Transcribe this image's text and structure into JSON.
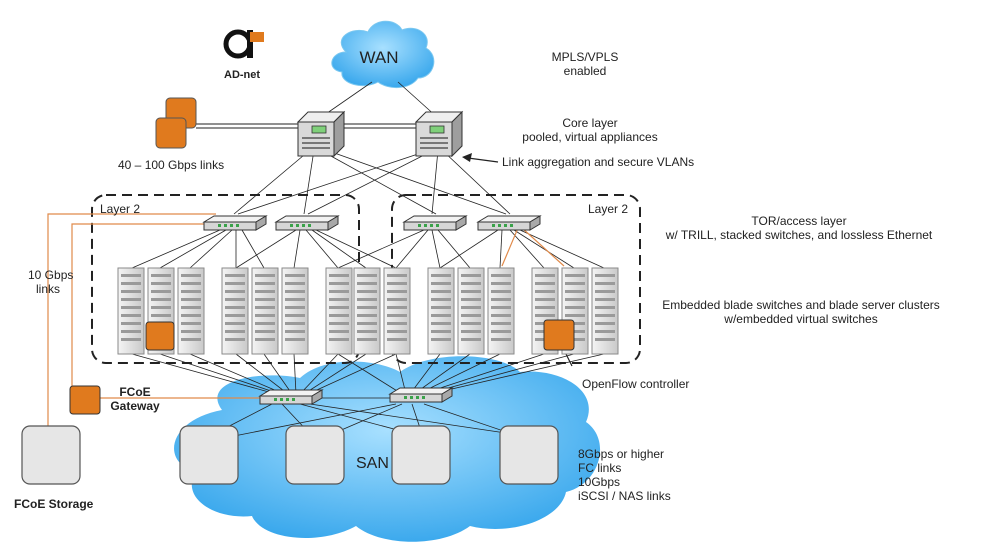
{
  "logo": {
    "text": "AD-net"
  },
  "wan": {
    "label": "WAN"
  },
  "san": {
    "label": "SAN"
  },
  "annotations": {
    "mpls_line1": "MPLS/VPLS",
    "mpls_line2": "enabled",
    "core_line1": "Core layer",
    "core_line2": "pooled, virtual appliances",
    "gbps_links": "40 – 100 Gbps links",
    "link_agg": "Link aggregation and secure VLANs",
    "layer2_left": "Layer 2",
    "layer2_right": "Layer 2",
    "tor_line1": "TOR/access layer",
    "tor_line2": "w/ TRILL, stacked switches, and lossless Ethernet",
    "ten_gbps_line1": "10 Gbps",
    "ten_gbps_line2": "links",
    "blade_line1": "Embedded blade switches and blade server clusters",
    "blade_line2": "w/embedded virtual switches",
    "openflow": "OpenFlow controller",
    "fcoe_gw_line1": "FCoE",
    "fcoe_gw_line2": "Gateway",
    "fcoe_storage": "FCoE Storage",
    "san_links_line1": "8Gbps or higher",
    "san_links_line2": "FC links",
    "san_links_line3": "10Gbps",
    "san_links_line4": "iSCSI / NAS links"
  },
  "colors": {
    "orange": "#e07a1e",
    "cloud": "#3ab0ee",
    "server_fill": "#e6e6e6",
    "line": "#222222",
    "orange_link": "#e08a4a"
  }
}
